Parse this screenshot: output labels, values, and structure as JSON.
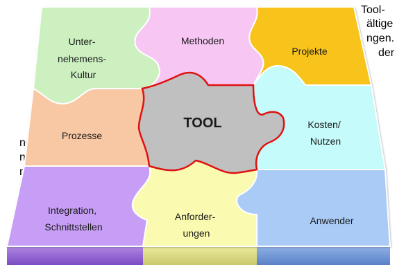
{
  "background_text": {
    "right_block": [
      "Tool-",
      "ältige",
      "ngen.",
      "der"
    ],
    "left_block": [
      "ne",
      "nt",
      "n",
      "-"
    ]
  },
  "puzzle": {
    "pieces": [
      {
        "id": "unternehmenskultur",
        "lines": [
          "Unter-",
          "nehemens-",
          "Kultur"
        ],
        "color": "#ccf0c0"
      },
      {
        "id": "methoden",
        "lines": [
          "Methoden"
        ],
        "color": "#f7c6f3"
      },
      {
        "id": "projekte",
        "lines": [
          "Projekte"
        ],
        "color": "#f8c41f"
      },
      {
        "id": "prozesse",
        "lines": [
          "Prozesse"
        ],
        "color": "#f8c7a3"
      },
      {
        "id": "tool",
        "lines": [
          "TOOL"
        ],
        "color": "#c0c0c0"
      },
      {
        "id": "kosten-nutzen",
        "lines": [
          "Kosten/",
          "Nutzen"
        ],
        "color": "#c5fbfb"
      },
      {
        "id": "integration",
        "lines": [
          "Integration,",
          "Schnittstellen"
        ],
        "color": "#c79ef6"
      },
      {
        "id": "anforderungen",
        "lines": [
          "Anforder-",
          "ungen"
        ],
        "color": "#fafab0"
      },
      {
        "id": "anwender",
        "lines": [
          "Anwender"
        ],
        "color": "#a9cbf6"
      }
    ],
    "base_colors": {
      "left": "#a373d8",
      "middle": "#d9d883",
      "right": "#7b9ed8"
    },
    "highlight_outline": "#e01010"
  }
}
